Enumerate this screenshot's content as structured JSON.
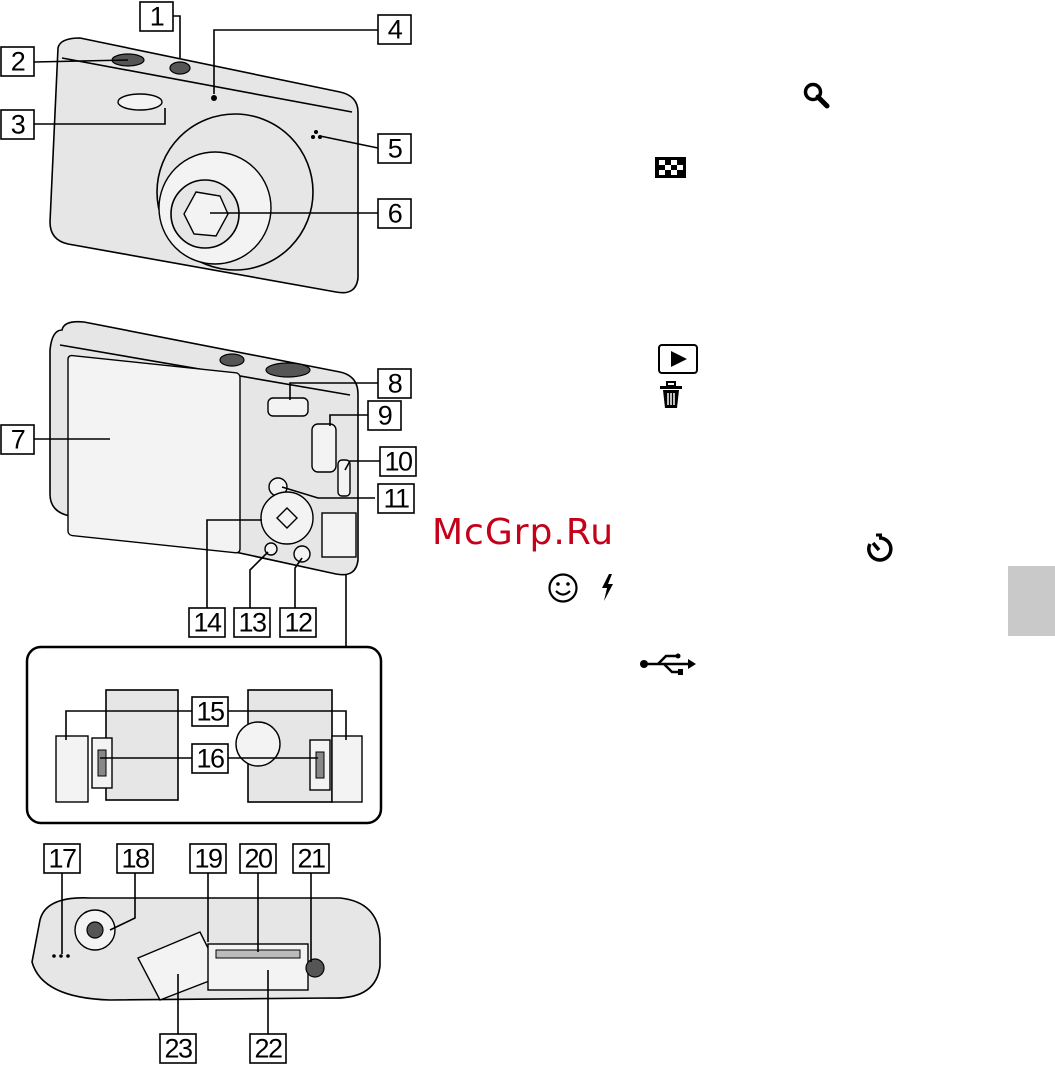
{
  "callouts": [
    "1",
    "2",
    "3",
    "4",
    "5",
    "6",
    "7",
    "8",
    "9",
    "10",
    "11",
    "12",
    "13",
    "14",
    "15",
    "16",
    "17",
    "18",
    "19",
    "20",
    "21",
    "22",
    "23"
  ],
  "watermark": "McGrp.Ru",
  "icons": {
    "zoom": "magnifier-icon",
    "index": "checkerboard-icon",
    "playback": "play-triangle-icon",
    "delete": "trash-can-icon",
    "self_timer": "self-timer-icon",
    "smile": "smile-face-icon",
    "flash": "lightning-bolt-icon",
    "usb": "usb-trident-icon"
  },
  "colors": {
    "watermark": "#c4001a",
    "side_tab": "#c9c9c9"
  }
}
